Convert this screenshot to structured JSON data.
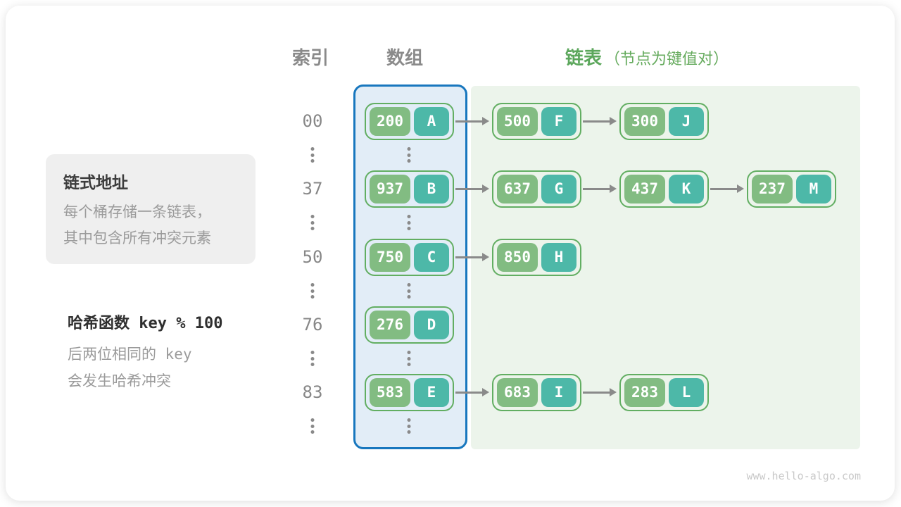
{
  "headers": {
    "index": "索引",
    "array": "数组",
    "list": "链表",
    "list_note": "（节点为键值对）"
  },
  "info_box": {
    "title": "链式地址",
    "line1": "每个桶存储一条链表，",
    "line2": "其中包含所有冲突元素"
  },
  "hash_note": {
    "title": "哈希函数 key % 100",
    "line1": "后两位相同的 key",
    "line2": "会发生哈希冲突"
  },
  "buckets": [
    {
      "index": "00",
      "chain": [
        {
          "key": "200",
          "value": "A"
        },
        {
          "key": "500",
          "value": "F"
        },
        {
          "key": "300",
          "value": "J"
        }
      ]
    },
    {
      "index": "37",
      "chain": [
        {
          "key": "937",
          "value": "B"
        },
        {
          "key": "637",
          "value": "G"
        },
        {
          "key": "437",
          "value": "K"
        },
        {
          "key": "237",
          "value": "M"
        }
      ]
    },
    {
      "index": "50",
      "chain": [
        {
          "key": "750",
          "value": "C"
        },
        {
          "key": "850",
          "value": "H"
        }
      ]
    },
    {
      "index": "76",
      "chain": [
        {
          "key": "276",
          "value": "D"
        }
      ]
    },
    {
      "index": "83",
      "chain": [
        {
          "key": "583",
          "value": "E"
        },
        {
          "key": "683",
          "value": "I"
        },
        {
          "key": "283",
          "value": "L"
        }
      ]
    }
  ],
  "colors": {
    "key_pill": "#82BC82",
    "value_pill": "#4DB8A8",
    "node_border": "#62AE62",
    "array_bg": "#E2EDF7",
    "array_border": "#1877BE",
    "list_bg": "#ECF4EB",
    "arrow": "#8A8A8A",
    "header_gray": "#8A8A8A",
    "header_green": "#5CA75C"
  },
  "watermark": "www.hello-algo.com"
}
